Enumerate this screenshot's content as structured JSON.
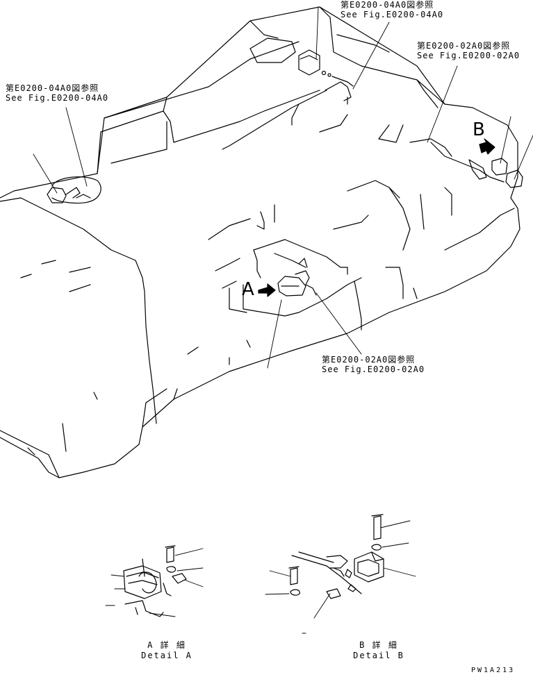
{
  "callouts": {
    "top_center": {
      "ja": "第E0200-04A0図参照",
      "en": "See Fig.E0200-04A0"
    },
    "top_right": {
      "ja": "第E0200-02A0図参照",
      "en": "See Fig.E0200-02A0"
    },
    "left": {
      "ja": "第E0200-04A0図参照",
      "en": "See Fig.E0200-04A0"
    },
    "center": {
      "ja": "第E0200-02A0図参照",
      "en": "See Fig.E0200-02A0"
    }
  },
  "markers": {
    "a": "A",
    "b": "B"
  },
  "details": {
    "a": {
      "ja": "A 詳 細",
      "en": "Detail A"
    },
    "b": {
      "ja": "B 詳 細",
      "en": "Detail B"
    }
  },
  "drawing_code": "PW1A213"
}
